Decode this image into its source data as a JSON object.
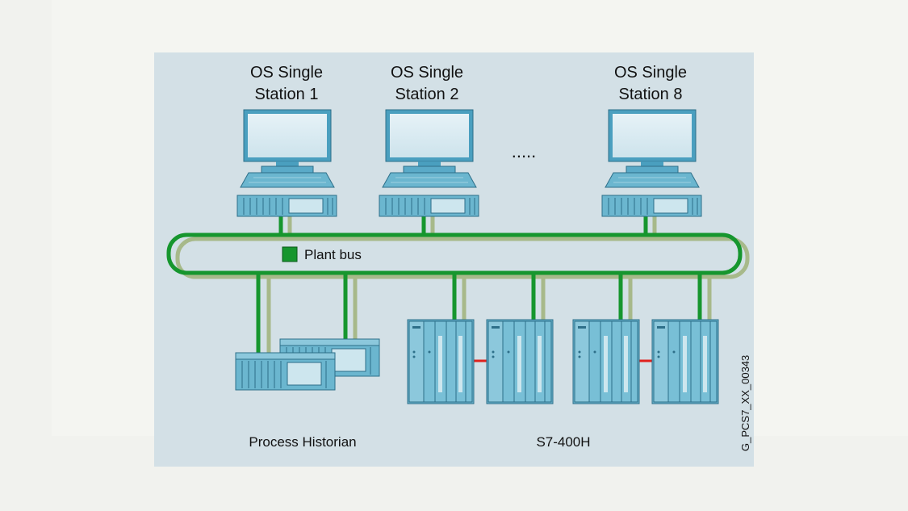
{
  "stations": [
    {
      "line1": "OS Single",
      "line2": "Station 1"
    },
    {
      "line1": "OS Single",
      "line2": "Station 2"
    },
    {
      "line1": "OS Single",
      "line2": "Station 8"
    }
  ],
  "ellipsis": ".....",
  "bus_label": "Plant bus",
  "historian_label": "Process Historian",
  "controller_label": "S7-400H",
  "figure_id": "G_PCS7_XX_00343",
  "colors": {
    "panel": "#d3e0e6",
    "bus_green": "#16962e",
    "bus_shadow": "#a7b98a",
    "device_blue": "#6bb6cf",
    "redundancy_link": "#e0211c"
  }
}
